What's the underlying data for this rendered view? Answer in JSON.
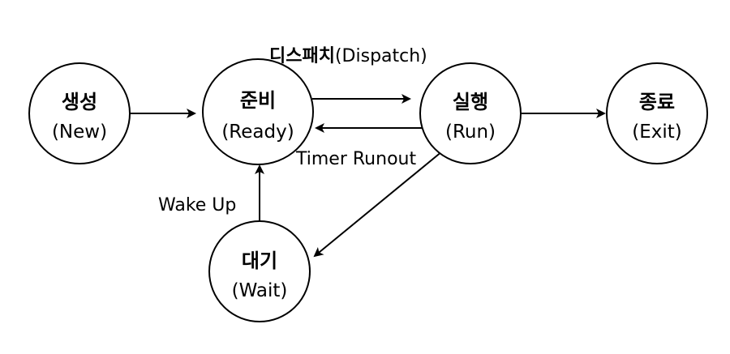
{
  "diagram": {
    "nodes": {
      "new": {
        "title": "생성",
        "subtitle": "(New)"
      },
      "ready": {
        "title": "준비",
        "subtitle": "(Ready)"
      },
      "run": {
        "title": "실행",
        "subtitle": "(Run)"
      },
      "exit": {
        "title": "종료",
        "subtitle": "(Exit)"
      },
      "wait": {
        "title": "대기",
        "subtitle": "(Wait)"
      }
    },
    "edges": {
      "dispatch_korean": "디스패치",
      "dispatch_english": "(Dispatch)",
      "timer_runout": "Timer Runout",
      "wake_up": "Wake Up"
    }
  }
}
